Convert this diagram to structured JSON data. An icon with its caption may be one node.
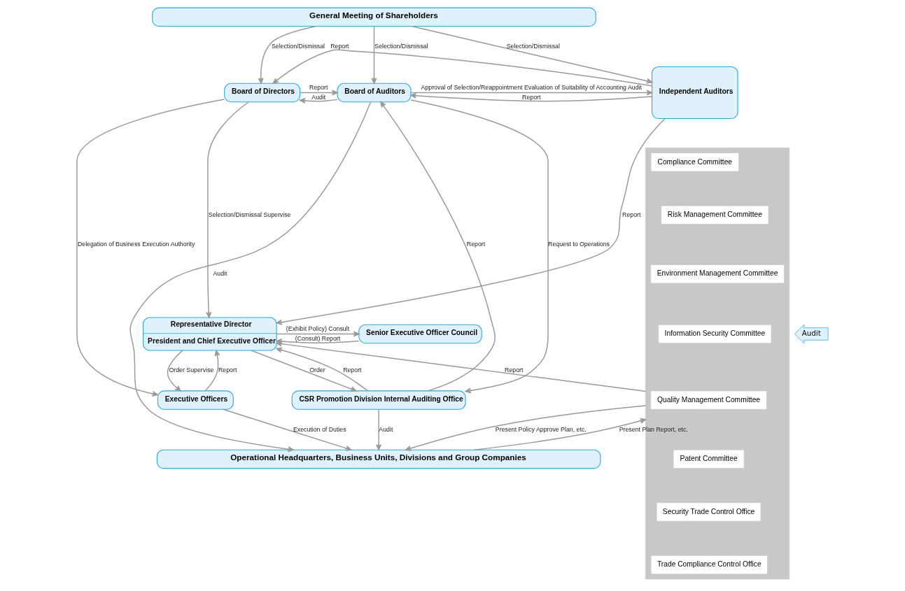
{
  "diagram": {
    "nodes": [
      {
        "text": [
          "General Meeting of Shareholders"
        ]
      },
      {
        "text": [
          "Board of Directors"
        ]
      },
      {
        "text": [
          "Board of Auditors"
        ]
      },
      {
        "text": [
          "Independent Auditors"
        ]
      },
      {
        "text": [
          "Representative Director",
          "President and Chief Executive Officer"
        ]
      },
      {
        "text": [
          "Senior Executive Officer Council"
        ]
      },
      {
        "text": [
          "Executive Officers"
        ]
      },
      {
        "text": [
          "CSR Promotion Division Internal Auditing Office"
        ]
      },
      {
        "text": [],
        "shape": "box"
      },
      {
        "text": [
          "Compliance Committee"
        ],
        "in": 8
      },
      {
        "text": [
          "Risk Management Committee"
        ],
        "in": 8
      },
      {
        "text": [
          "Environment Management Committee"
        ],
        "in": 8
      },
      {
        "text": [
          "Information Security Committee"
        ],
        "in": 8
      },
      {
        "text": [
          "Quality Management Committee"
        ],
        "in": 8
      },
      {
        "text": [
          "Patent Committee"
        ],
        "in": 8
      },
      {
        "text": [
          "Security Trade Control Office"
        ],
        "in": 8
      },
      {
        "text": [
          "Trade Compliance Control Office"
        ],
        "in": 8
      },
      {
        "text": [
          "Operational Headquarters, Business Units, Divisions and Group Companies"
        ]
      },
      {
        "text": [
          "Audit"
        ]
      }
    ],
    "edges": [
      {
        "from": 0,
        "to": 1,
        "arrow": "to",
        "label": "Selection/Dismissal"
      },
      {
        "from": 0,
        "to": 2,
        "arrow": "to",
        "label": "Selection/Dismissal"
      },
      {
        "from": 0,
        "to": 3,
        "arrow": "to",
        "label": "Selection/Dismissal"
      },
      {
        "from": 3,
        "to": 1,
        "arrow": "to",
        "label": "Report"
      },
      {
        "from": 2,
        "to": 1,
        "arrow": "to",
        "label": "Audit"
      },
      {
        "from": 1,
        "to": 2,
        "arrow": "to",
        "label": "Report"
      },
      {
        "from": 3,
        "to": 2,
        "arrow": "to",
        "label": "Report"
      },
      {
        "from": 2,
        "to": 3,
        "arrow": "to",
        "label": "Approval of Selection/Reappointment Evaluation of Suitability of Accounting Audit"
      },
      {
        "from": 1,
        "to": 6,
        "arrow": "to",
        "label": "Delegation of Business Execution Authority"
      },
      {
        "from": 1,
        "to": 4,
        "arrow": "to",
        "label": "Selection/Dismissal Supervise"
      },
      {
        "from": 3,
        "to": 4,
        "arrow": "to",
        "label": "Report"
      },
      {
        "from": 2,
        "to": 17,
        "arrow": "to",
        "label": "Audit"
      },
      {
        "from": 4,
        "to": 5,
        "arrow": "to",
        "label": "(Exhibit Policy) Consult"
      },
      {
        "from": 5,
        "to": 4,
        "arrow": "to",
        "label": "(Consult) Report"
      },
      {
        "from": 8,
        "to": 4,
        "arrow": "to",
        "label": "Report"
      },
      {
        "from": 2,
        "to": 7,
        "arrow": "to",
        "label": "Request to Operations"
      },
      {
        "from": 7,
        "to": 2,
        "arrow": "to",
        "label": "Report"
      },
      {
        "from": 4,
        "to": 6,
        "arrow": "to",
        "label": "Order Supervise"
      },
      {
        "from": 6,
        "to": 4,
        "arrow": "to",
        "label": "Report"
      },
      {
        "from": 4,
        "to": 7,
        "arrow": "to",
        "label": "Order"
      },
      {
        "from": 7,
        "to": 4,
        "arrow": "to",
        "label": "Report"
      },
      {
        "from": 6,
        "to": 17,
        "arrow": "to",
        "label": "Execution of Duties"
      },
      {
        "from": 7,
        "to": 17,
        "arrow": "to",
        "label": "Audit"
      },
      {
        "from": 8,
        "to": 17,
        "arrow": "to",
        "label": "Present Policy Approve Plan, etc."
      },
      {
        "from": 17,
        "to": 8,
        "arrow": "to",
        "label": "Present Plan Report, etc."
      }
    ]
  }
}
